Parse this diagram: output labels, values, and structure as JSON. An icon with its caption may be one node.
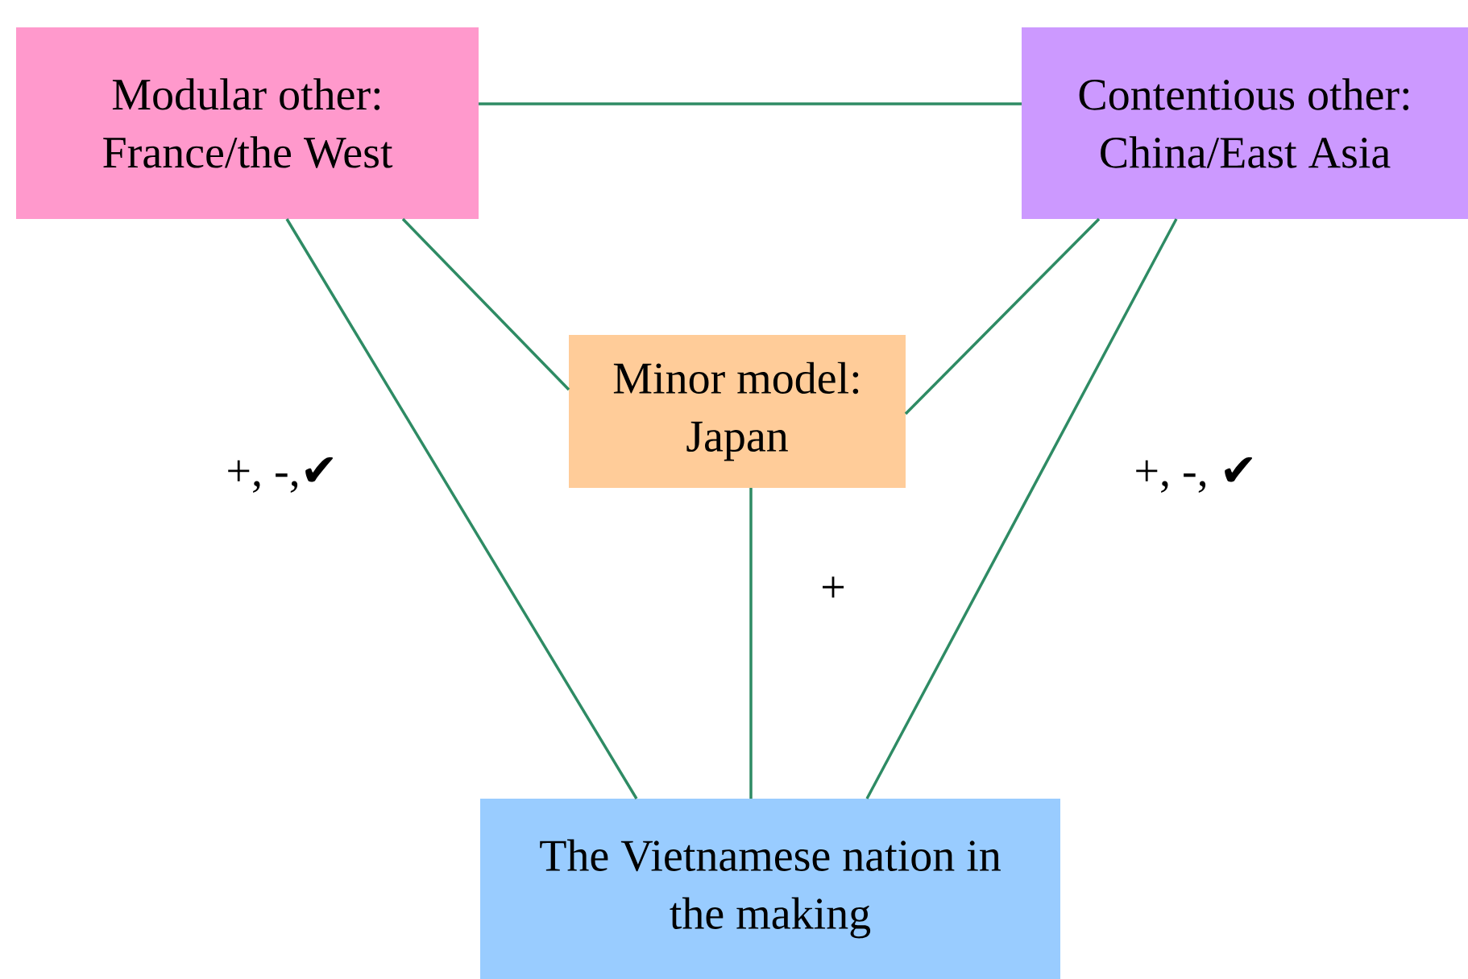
{
  "diagram": {
    "nodes": [
      {
        "text": [
          "Modular other: France/the West"
        ]
      },
      {
        "text": [
          "Contentious other: China/East Asia"
        ]
      },
      {
        "text": [
          "Minor model: Japan"
        ]
      },
      {
        "text": [
          "The Vietnamese nation in the making"
        ]
      }
    ],
    "edges": [
      {
        "from": 0,
        "to": 1,
        "arrow": "none"
      },
      {
        "from": 0,
        "to": 2,
        "arrow": "none"
      },
      {
        "from": 1,
        "to": 2,
        "arrow": "none"
      },
      {
        "from": 0,
        "to": 3,
        "arrow": "none",
        "label": "+, -,✔"
      },
      {
        "from": 2,
        "to": 3,
        "arrow": "none",
        "label": "+"
      },
      {
        "from": 1,
        "to": 3,
        "arrow": "none",
        "label": "+, -, ✔"
      }
    ]
  }
}
